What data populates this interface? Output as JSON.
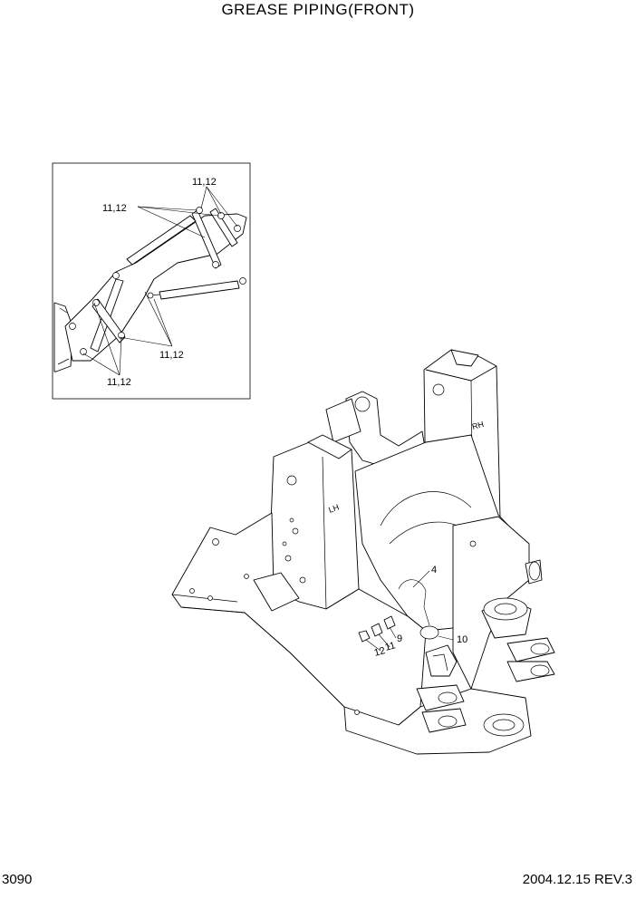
{
  "header": {
    "title": "GREASE PIPING(FRONT)"
  },
  "footer": {
    "page_number": "3090",
    "date_rev": "2004.12.15  REV.3"
  },
  "inset": {
    "callouts": [
      "11,12",
      "11,12",
      "11,12",
      "11,12"
    ]
  },
  "main": {
    "side_labels": {
      "left": "LH",
      "right": "RH"
    },
    "callouts": [
      "4",
      "9",
      "10",
      "11",
      "12"
    ]
  }
}
